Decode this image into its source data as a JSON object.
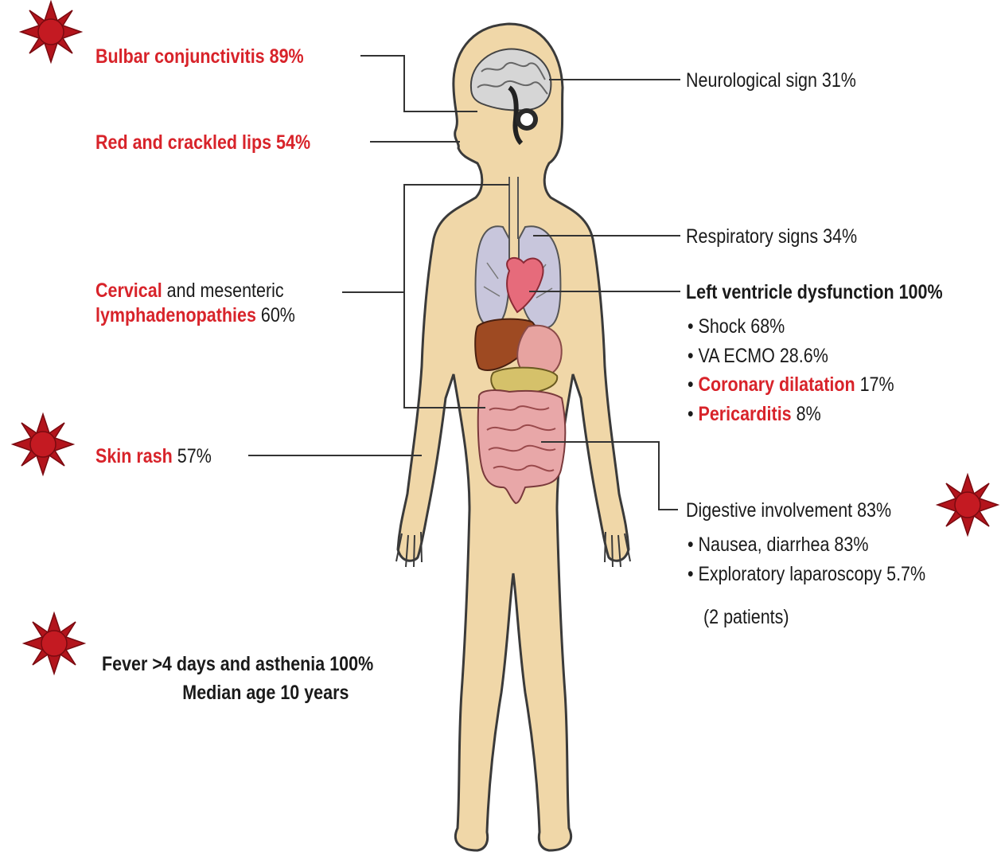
{
  "left_labels": {
    "bulbar": {
      "name": "Bulbar conjunctivitis",
      "value": "89%"
    },
    "lips": {
      "name": "Red and crackled lips",
      "value": "54%"
    },
    "lymph": {
      "name_red1": "Cervical",
      "name_mid": "and mesenteric",
      "name_red2": "lymphadenopathies",
      "value": "60%"
    },
    "skin": {
      "name": "Skin rash",
      "value": "57%"
    }
  },
  "right_labels": {
    "neuro": {
      "text": "Neurological sign 31%"
    },
    "resp": {
      "text": "Respiratory signs 34%"
    },
    "lv": {
      "title": "Left ventricle dysfunction 100%",
      "items": [
        {
          "text": "Shock 68%"
        },
        {
          "text": "VA ECMO 28.6%"
        },
        {
          "red": "Coronary dilatation",
          "text": "17%"
        },
        {
          "red": "Pericarditis",
          "text": "8%"
        }
      ]
    },
    "digestive": {
      "title": "Digestive involvement 83%",
      "items": [
        {
          "text": "Nausea, diarrhea 83%"
        },
        {
          "text": "Exploratory laparoscopy 5.7%"
        }
      ],
      "note": "(2 patients)"
    }
  },
  "footer": {
    "line1": "Fever >4 days and asthenia 100%",
    "line2": "Median age 10 years"
  },
  "colors": {
    "accent_red": "#d8232a",
    "star_fill": "#b3141c",
    "skin": "#f0d7a8",
    "skin_outline": "#3a3a3a"
  },
  "icons": [
    "starburst-icon",
    "human-body-figure",
    "brain-icon",
    "lungs-icon",
    "heart-icon",
    "liver-icon",
    "stomach-icon",
    "intestines-icon"
  ]
}
